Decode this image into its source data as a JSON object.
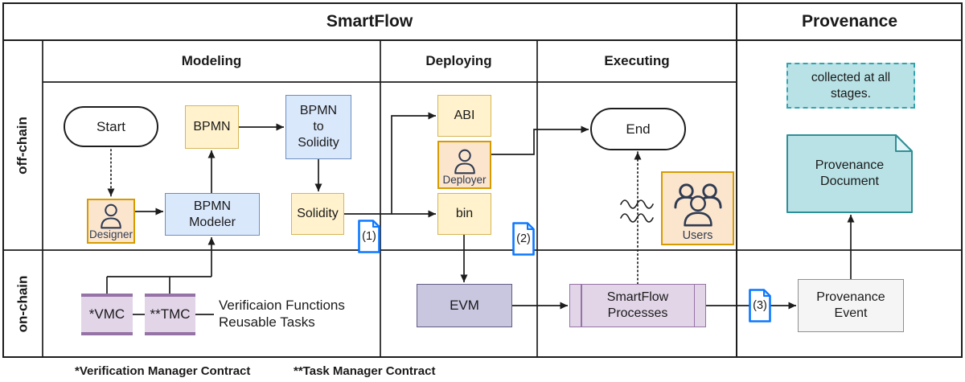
{
  "colors": {
    "line": "#1d1d1d",
    "yellow_fill": "#fff2cc",
    "yellow_stroke": "#d6b656",
    "blue_fill": "#dae8fc",
    "blue_stroke": "#6c8ebf",
    "orange_fill": "#fce5cd",
    "orange_stroke": "#d79b00",
    "purple_fill": "#e1d5e7",
    "purple_stroke": "#9673a6",
    "evm_fill": "#c9c6e0",
    "evm_stroke": "#625d85",
    "teal_fill": "#b9e2e6",
    "teal_stroke": "#2d8f98",
    "gray_fill": "#f5f5f5",
    "gray_stroke": "#8f8f8f",
    "note_stroke": "#0b78ff",
    "icon": "#2f3b52"
  },
  "header": {
    "smartflow": "SmartFlow",
    "provenance": "Provenance"
  },
  "lanes": {
    "off_chain": "off-chain",
    "on_chain": "on-chain"
  },
  "phases": {
    "modeling": "Modeling",
    "deploying": "Deploying",
    "executing": "Executing"
  },
  "nodes": {
    "start": "Start",
    "bpmn": "BPMN",
    "bpmn_to_solidity": "BPMN\nto\nSolidity",
    "designer": "Designer",
    "bpmn_modeler": "BPMN\nModeler",
    "solidity": "Solidity",
    "abi": "ABI",
    "deployer": "Deployer",
    "bin": "bin",
    "end": "End",
    "users": "Users",
    "evm": "EVM",
    "smartflow_processes": "SmartFlow\nProcesses",
    "provenance_event": "Provenance\nEvent",
    "provenance_document": "Provenance\nDocument",
    "vmc": "*VMC",
    "tmc": "**TMC"
  },
  "notes": {
    "n1": "(1)",
    "n2": "(2)",
    "n3": "(3)"
  },
  "annotations": {
    "collected": "collected at all\nstages.",
    "reusable": "Verificaion Functions\nReusable Tasks"
  },
  "footnotes": {
    "vmc": "*Verification Manager Contract",
    "tmc": "**Task Manager Contract"
  },
  "icons": {
    "designer": "person-icon",
    "deployer": "person-icon",
    "users": "users-group-icon",
    "notes": "note-document-icon",
    "provenance_document": "document-icon"
  }
}
